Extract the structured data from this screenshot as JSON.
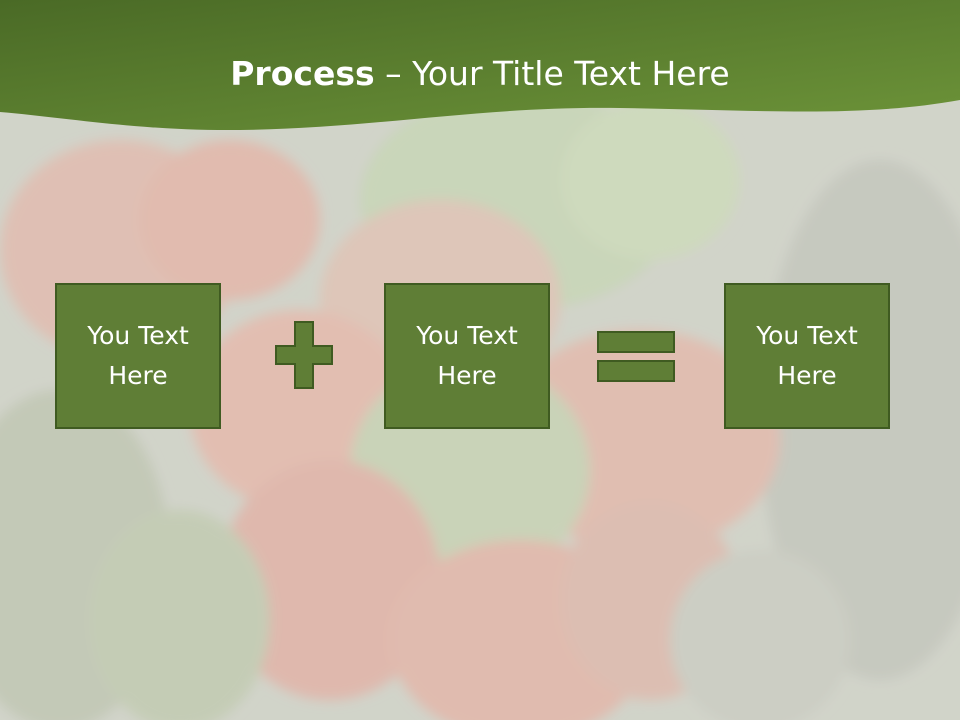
{
  "slide": {
    "title_bold": "Process",
    "title_rest": " – Your Title Text Here",
    "boxes": [
      {
        "label": "You Text Here"
      },
      {
        "label": "You Text Here"
      },
      {
        "label": "You Text Here"
      }
    ],
    "operators": [
      "plus-icon",
      "equals-icon"
    ],
    "colors": {
      "header_dark": "#4a6a26",
      "header_light": "#6d9439",
      "box_fill": "#5f7e36",
      "box_border": "#3f5b21"
    }
  }
}
